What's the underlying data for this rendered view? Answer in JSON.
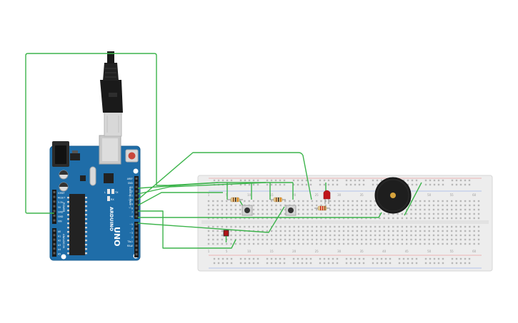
{
  "colors": {
    "wire": "#3cb44b",
    "board_blue": "#1f6da8",
    "board_dark": "#155a8c",
    "breadboard": "#eeeeee",
    "rail_red": "#e23b3b",
    "rail_blue": "#3b6ee2",
    "led_red": "#c0141a",
    "buzzer": "#222222"
  },
  "board": {
    "model_text": "UNO",
    "brand_text": "ARDUINO",
    "labels_left_power": [
      "IOREF",
      "RESET",
      "3.3V",
      "5V",
      "GND",
      "GND",
      "VIN"
    ],
    "labels_left_analog": [
      "A0",
      "A1",
      "A2",
      "A3",
      "A4",
      "A5"
    ],
    "power_header": "POWER",
    "analog_header": "ANALOG IN",
    "labels_right": [
      "AREF",
      "GND",
      "13",
      "12",
      "~11",
      "~10",
      "~9",
      "8",
      "7",
      "~6",
      "~5",
      "4",
      "~3",
      "2",
      "TX▸1",
      "RX◂0"
    ],
    "digital_header": "DIGITAL (PWM~)",
    "tx_label": "TX",
    "rx_label": "RX",
    "l_label": "L"
  },
  "breadboard": {
    "top_numbers": [
      "1",
      "5",
      "10",
      "15",
      "20",
      "25",
      "30",
      "35",
      "40",
      "45",
      "50",
      "55",
      "60"
    ],
    "bottom_numbers": [
      "1",
      "5",
      "10",
      "15",
      "20",
      "25",
      "30",
      "35",
      "40",
      "45",
      "50",
      "55",
      "60"
    ],
    "row_letters_top": [
      "j",
      "i",
      "h",
      "g",
      "f"
    ],
    "row_letters_bottom": [
      "e",
      "d",
      "c",
      "b",
      "a"
    ]
  }
}
